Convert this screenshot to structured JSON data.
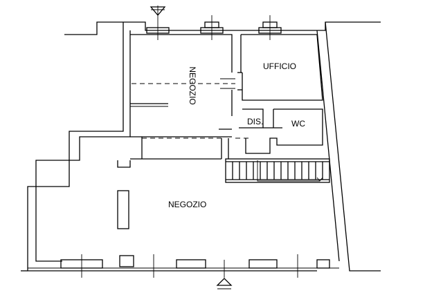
{
  "rooms": {
    "negozio_upper": "NEGOZIO",
    "ufficio": "UFFICIO",
    "dis": "DIS.",
    "wc": "WC",
    "negozio_lower": "NEGOZIO"
  },
  "colors": {
    "line": "#000000",
    "background": "#ffffff"
  }
}
